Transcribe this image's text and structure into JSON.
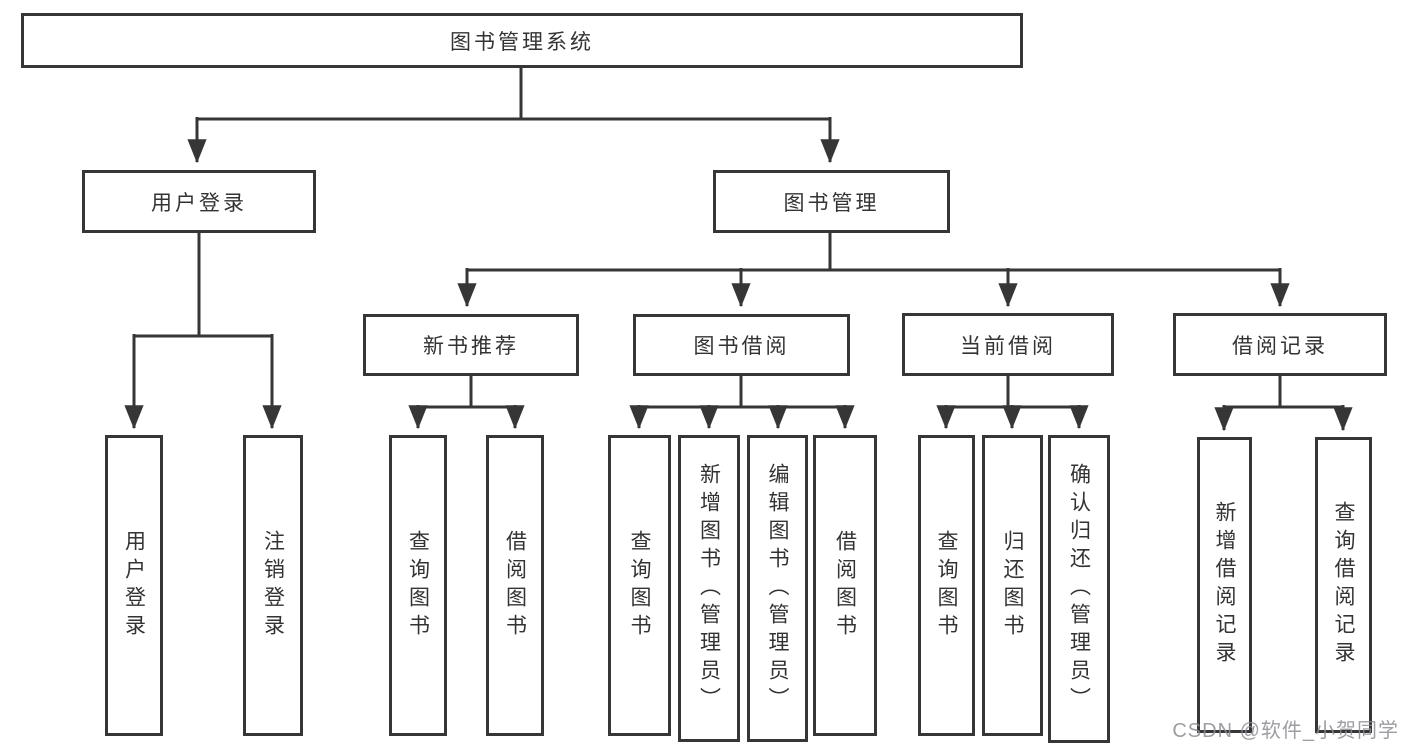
{
  "colors": {
    "line": "#363636",
    "text": "#333333",
    "background": "#ffffff",
    "watermark": "#8c8c94"
  },
  "tree": {
    "root": "图书管理系统",
    "user_login": {
      "label": "用户登录",
      "children": [
        "用户登录",
        "注销登录"
      ]
    },
    "book_management": {
      "label": "图书管理",
      "sections": {
        "new_book_recommend": {
          "label": "新书推荐",
          "children": [
            "查询图书",
            "借阅图书"
          ]
        },
        "book_borrow": {
          "label": "图书借阅",
          "children": [
            "查询图书",
            "新增图书（管理员）",
            "编辑图书（管理员）",
            "借阅图书"
          ]
        },
        "current_borrow": {
          "label": "当前借阅",
          "children": [
            "查询图书",
            "归还图书",
            "确认归还（管理员）"
          ]
        },
        "borrow_records": {
          "label": "借阅记录",
          "children": [
            "新增借阅记录",
            "查询借阅记录"
          ]
        }
      }
    }
  },
  "watermark": "CSDN @软件_小贺同学"
}
